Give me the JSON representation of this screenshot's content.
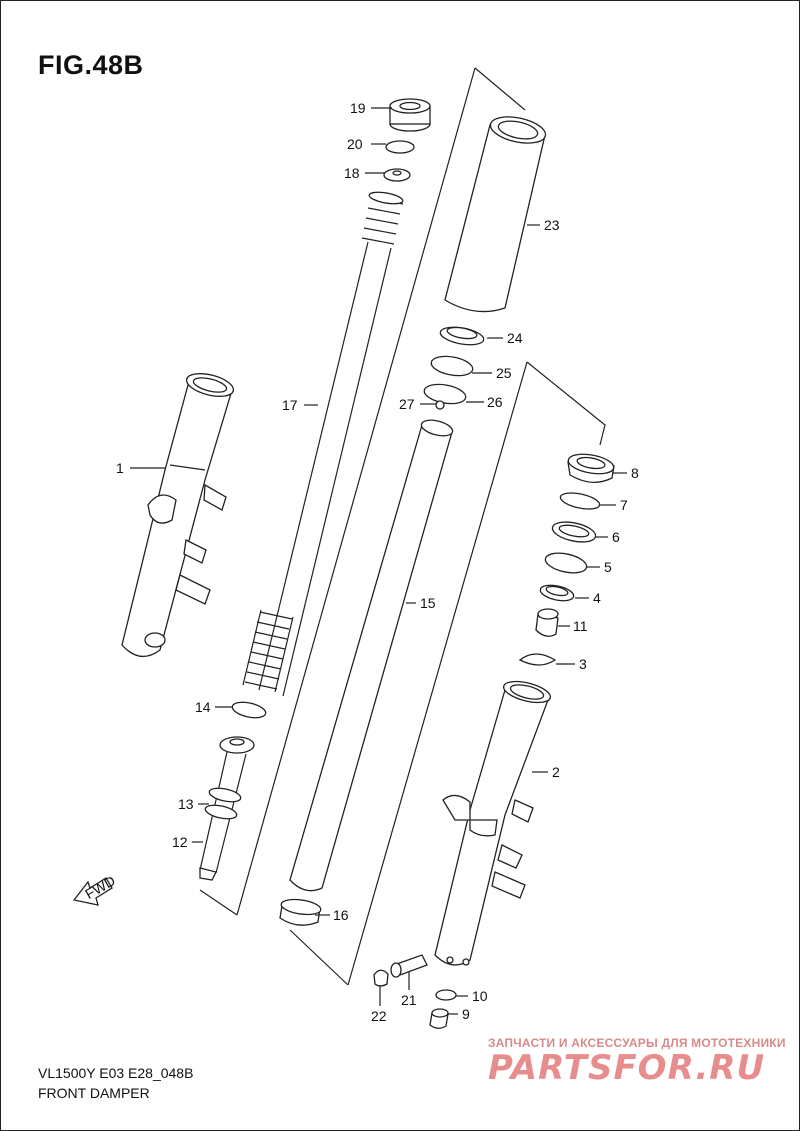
{
  "figure": {
    "title": "FIG.48B",
    "fwd_label": "FWD"
  },
  "labels": {
    "1": "1",
    "2": "2",
    "3": "3",
    "4": "4",
    "5": "5",
    "6": "6",
    "7": "7",
    "8": "8",
    "9": "9",
    "10": "10",
    "11": "11",
    "12": "12",
    "13": "13",
    "14": "14",
    "15": "15",
    "16": "16",
    "17": "17",
    "18": "18",
    "19": "19",
    "20": "20",
    "21": "21",
    "22": "22",
    "23": "23",
    "24": "24",
    "25": "25",
    "26": "26",
    "27": "27"
  },
  "footer": {
    "model_code": "VL1500Y E03 E28_048B",
    "section_name": "FRONT DAMPER"
  },
  "watermark": {
    "caption": "ЗАПЧАСТИ И АКСЕССУАРЫ ДЛЯ МОТОТЕХНИКИ",
    "logo": "PARTSFOR.RU"
  },
  "colors": {
    "line": "#222222",
    "background": "#ffffff",
    "watermark": "#e47a7a"
  }
}
